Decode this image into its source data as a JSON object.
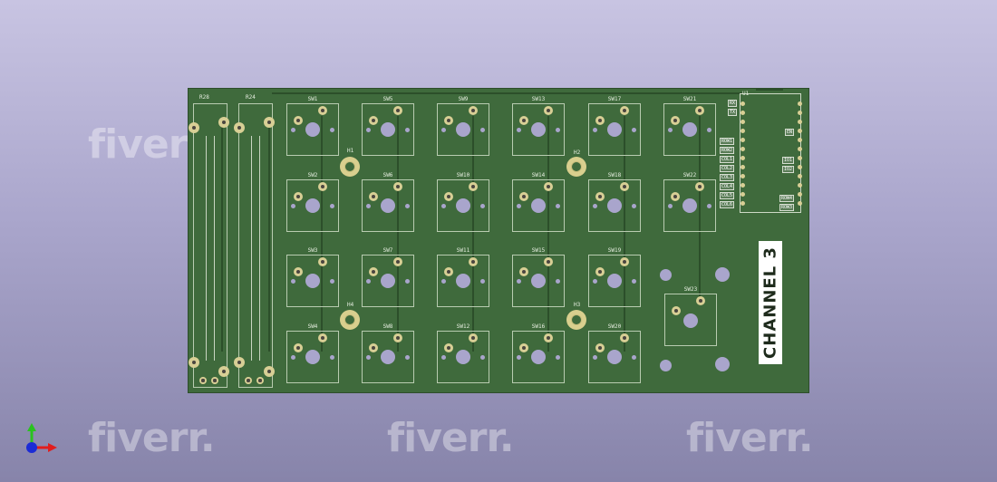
{
  "board": {
    "label": "CHANNEL 3",
    "switches": [
      {
        "ref": "SW1",
        "col": 0,
        "row": 0
      },
      {
        "ref": "SW2",
        "col": 0,
        "row": 1
      },
      {
        "ref": "SW3",
        "col": 0,
        "row": 2
      },
      {
        "ref": "SW4",
        "col": 0,
        "row": 3
      },
      {
        "ref": "SW5",
        "col": 1,
        "row": 0
      },
      {
        "ref": "SW6",
        "col": 1,
        "row": 1
      },
      {
        "ref": "SW7",
        "col": 1,
        "row": 2
      },
      {
        "ref": "SW8",
        "col": 1,
        "row": 3
      },
      {
        "ref": "SW9",
        "col": 2,
        "row": 0
      },
      {
        "ref": "SW10",
        "col": 2,
        "row": 1
      },
      {
        "ref": "SW11",
        "col": 2,
        "row": 2
      },
      {
        "ref": "SW12",
        "col": 2,
        "row": 3
      },
      {
        "ref": "SW13",
        "col": 3,
        "row": 0
      },
      {
        "ref": "SW14",
        "col": 3,
        "row": 1
      },
      {
        "ref": "SW15",
        "col": 3,
        "row": 2
      },
      {
        "ref": "SW16",
        "col": 3,
        "row": 3
      },
      {
        "ref": "SW17",
        "col": 4,
        "row": 0
      },
      {
        "ref": "SW18",
        "col": 4,
        "row": 1
      },
      {
        "ref": "SW19",
        "col": 4,
        "row": 2
      },
      {
        "ref": "SW20",
        "col": 4,
        "row": 3
      },
      {
        "ref": "SW21",
        "col": 5,
        "row": 0
      },
      {
        "ref": "SW22",
        "col": 5,
        "row": 1
      }
    ],
    "encoder_ref": "SW23",
    "mounting_holes": [
      "H1",
      "H2",
      "H3",
      "H4"
    ],
    "resistors": [
      "R28",
      "R24"
    ],
    "mcu": {
      "ref": "U1",
      "left_labels": [
        "ROW1",
        "ROW2",
        "COL1",
        "COL2",
        "COL3",
        "COL4",
        "COL5",
        "COL6"
      ],
      "right_labels": [
        "EN",
        "IO1",
        "IO2",
        "ROW4",
        "ROW3"
      ],
      "top_labels": [
        "RX",
        "TX"
      ]
    }
  },
  "watermark": {
    "text": "fiverr."
  },
  "colors": {
    "pcb": "#3f6a3c",
    "silkscreen": "#ffffff",
    "pad": "#d8cf95",
    "background": "#aaa6cc"
  },
  "axis_icon": {
    "name": "3d-axis-indicator-icon"
  }
}
